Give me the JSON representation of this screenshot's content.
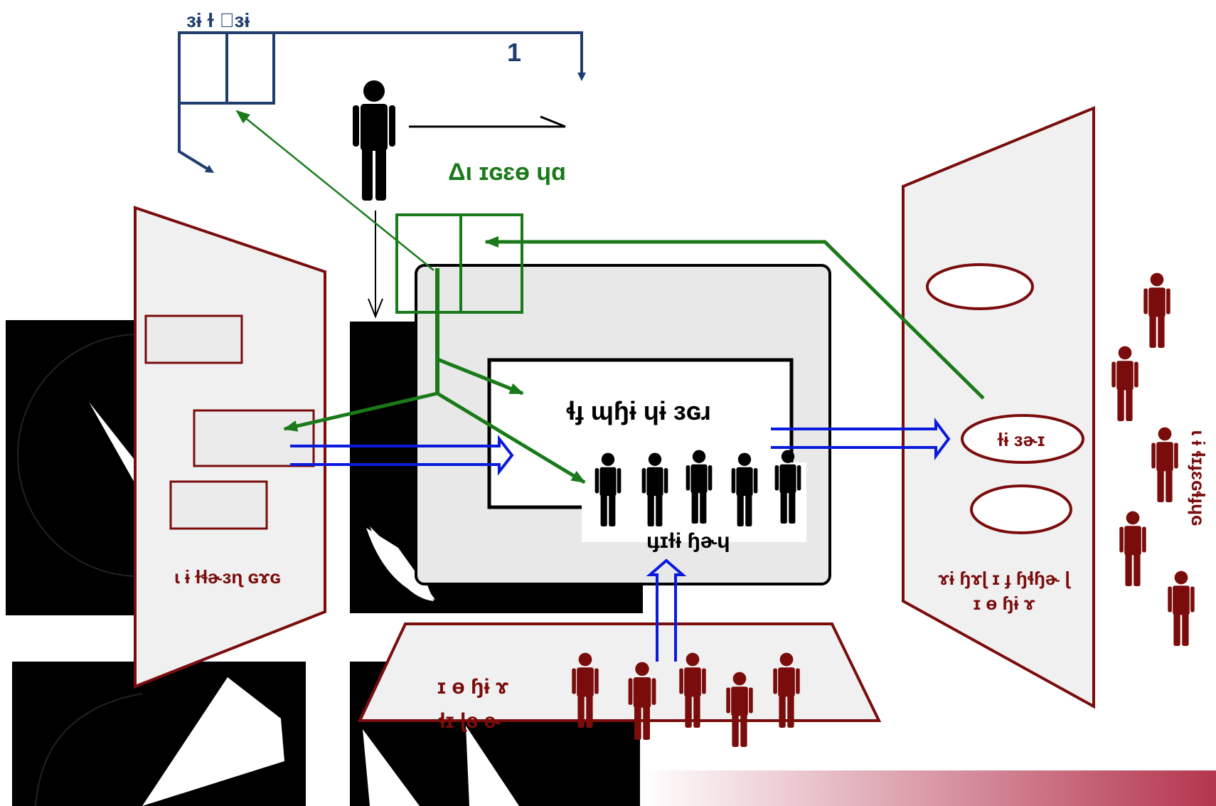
{
  "labels": {
    "top_left": "ɜɨ ɫ ⃞ɜɨ",
    "number_one": "1",
    "green_title": "Δι ɪɢɛɵ ɥɑ",
    "center_top": "ɬɟ ɰɧɨ ɥɨ ɜɢɹ",
    "center_bottom": "ɩɟɪɫɨ ɧɚɥ",
    "left_panel": "ɩ ɨ ɫɬɚɜɳ ɢɤɢ",
    "right_panel_line1": "ɤɨ ɧɤɭ ɪ ɟ ɧɬɧɚ ɭ",
    "right_panel_line2": "ɪ ɵ ɧɨ ɤ",
    "ellipse_center": "ɫɨ ɜɚɪ",
    "bottom_trap_line1": "ɪ ɵ ɧɨ ɤ",
    "bottom_trap_line2": "ɬɪ ɭɞ ɚ",
    "right_vertical": "ɩ ɨ ɬɪɟɛɢɬɟɥɢ"
  },
  "colors": {
    "navy": "#1f3d6e",
    "green": "#1a7a1a",
    "maroon": "#7a0c0c",
    "blue_arrow": "#0a1adc",
    "panel_fill": "#f0f0f0",
    "board_fill": "#e8e8e8",
    "black": "#000000"
  },
  "icons": [
    "person-icon",
    "arrow-icon"
  ]
}
